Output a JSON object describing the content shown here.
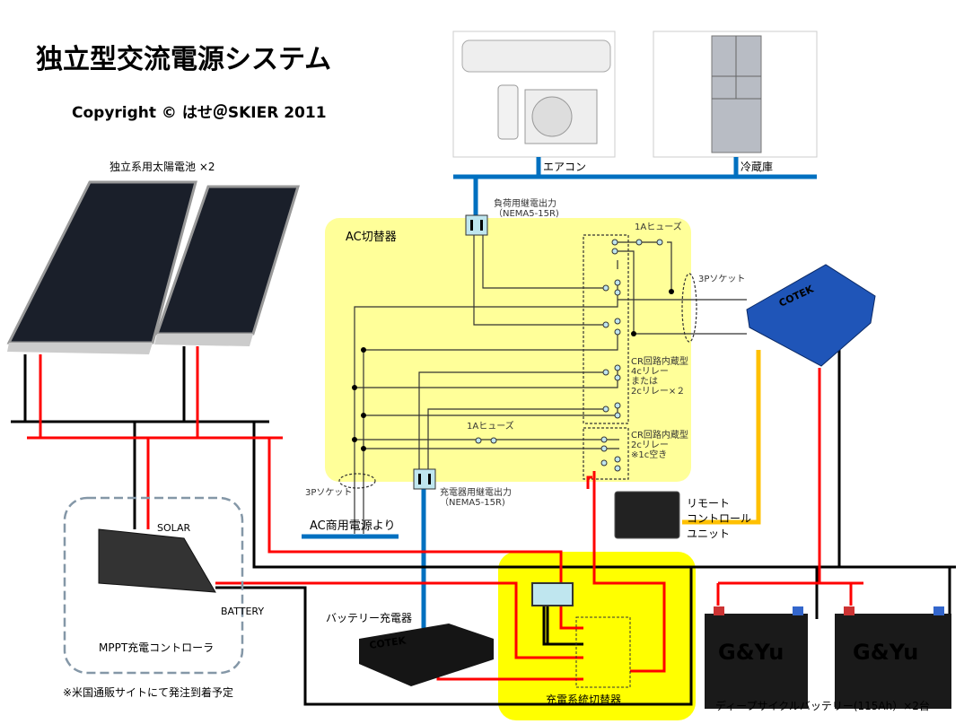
{
  "title": "独立型交流電源システム",
  "copyright": "Copyright © はせ＠SKIER 2011",
  "solar_label": "独立系用太陽電池 ×2",
  "aircon_label": "エアコン",
  "fridge_label": "冷蔵庫",
  "load_outlet": {
    "line1": "負荷用継電出力",
    "line2": "（NEMA5-15R)"
  },
  "ac_switch_label": "AC切替器",
  "fuse1": "1Aヒューズ",
  "fuse2": "1Aヒューズ",
  "socket_right": "3Pソケット",
  "socket_left": "3Pソケット",
  "relay1": [
    "CR回路内蔵型",
    "4cリレー",
    "または",
    "2cリレー×２"
  ],
  "relay2": [
    "CR回路内蔵型",
    "2cリレー",
    "※1c空き"
  ],
  "charger_outlet": {
    "line1": "充電器用継電出力",
    "line2": "（NEMA5-15R)"
  },
  "ac_mains": "AC商用電源より",
  "remote": [
    "リモート",
    "コントロール",
    "ユニット"
  ],
  "solar_tag": "SOLAR",
  "battery_tag": "BATTERY",
  "mppt_label": "MPPT充電コントローラ",
  "mppt_note": "※米国通販サイトにて発注到着予定",
  "charger_label": "バッテリー充電器",
  "charge_switch_label": "充電系統切替器",
  "battery_label": "ディープサイクルバッテリー(115Ah）×2台",
  "brand_inverter": "COTEK",
  "brand_charger": "COTEK",
  "brand_battery": "G&Yu",
  "colors": {
    "bus_blue": "#0070c0",
    "positive": "#ff0000",
    "negative": "#000000",
    "yellow_panel": "#ffff99",
    "switch_bg": "#ffff00",
    "remote_wire": "#ffc000"
  }
}
